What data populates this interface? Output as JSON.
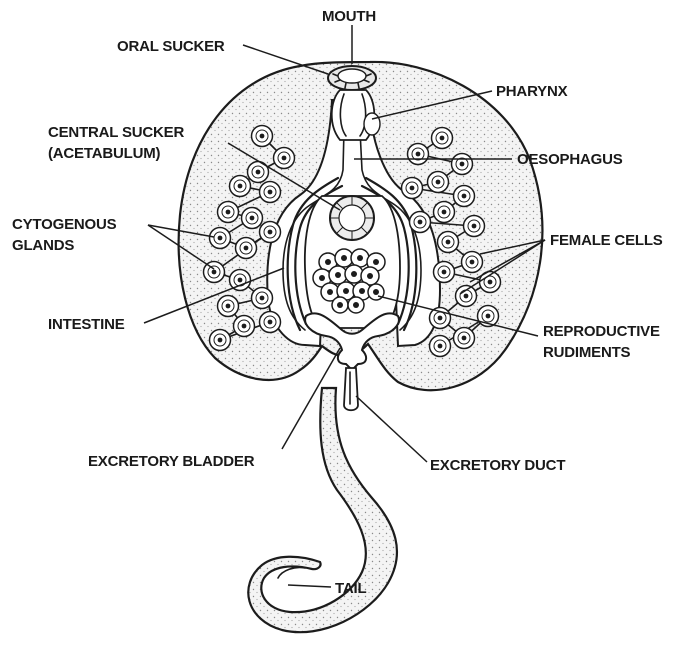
{
  "labels": {
    "mouth": "MOUTH",
    "oral_sucker": "ORAL SUCKER",
    "pharynx": "PHARYNX",
    "central_sucker_line1": "CENTRAL SUCKER",
    "central_sucker_line2": "(ACETABULUM)",
    "oesophagus": "OESOPHAGUS",
    "cytogenous_line1": "CYTOGENOUS",
    "cytogenous_line2": "GLANDS",
    "female_cells": "FEMALE CELLS",
    "intestine": "INTESTINE",
    "reproductive_line1": "REPRODUCTIVE",
    "reproductive_line2": "RUDIMENTS",
    "excretory_bladder": "EXCRETORY BLADDER",
    "excretory_duct": "EXCRETORY DUCT",
    "tail": "TAIL"
  }
}
